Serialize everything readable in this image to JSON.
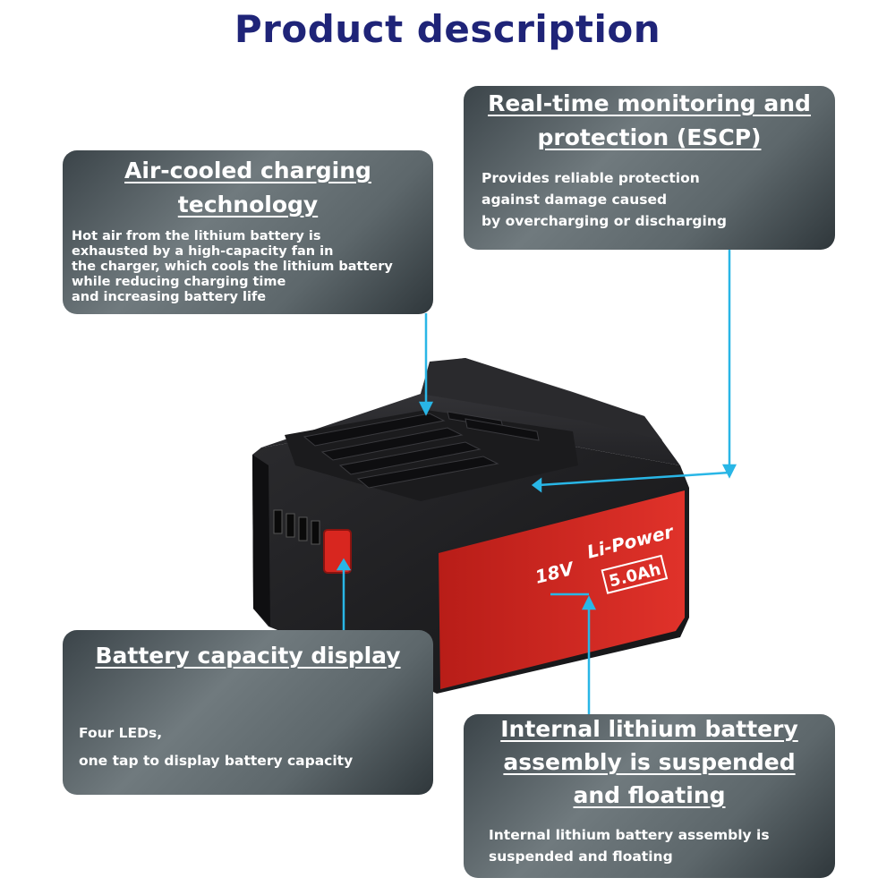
{
  "title": "Product description",
  "panels": {
    "air": {
      "heading": "Air-cooled charging\ntechnology",
      "body": "Hot air from the lithium battery is\nexhausted by a high-capacity fan in\nthe charger, which cools the lithium battery\nwhile reducing charging time\nand increasing battery life"
    },
    "escp": {
      "heading": "Real-time monitoring and\nprotection (ESCP)",
      "body": "Provides reliable protection\nagainst damage caused\nby overcharging or discharging"
    },
    "capacity": {
      "heading": "Battery capacity display",
      "body": "Four LEDs,\none tap to display battery capacity"
    },
    "internal": {
      "heading": "Internal lithium battery\nassembly is suspended\nand floating",
      "body": "Internal lithium battery assembly is\nsuspended and floating"
    }
  },
  "battery": {
    "voltage": "18V",
    "brand": "Li-Power",
    "capacity": "5.0Ah"
  },
  "colors": {
    "title": "#1f2478",
    "arrow": "#29b6e6",
    "label_red": "#d8261f",
    "body_black": "#1c1c1e"
  }
}
